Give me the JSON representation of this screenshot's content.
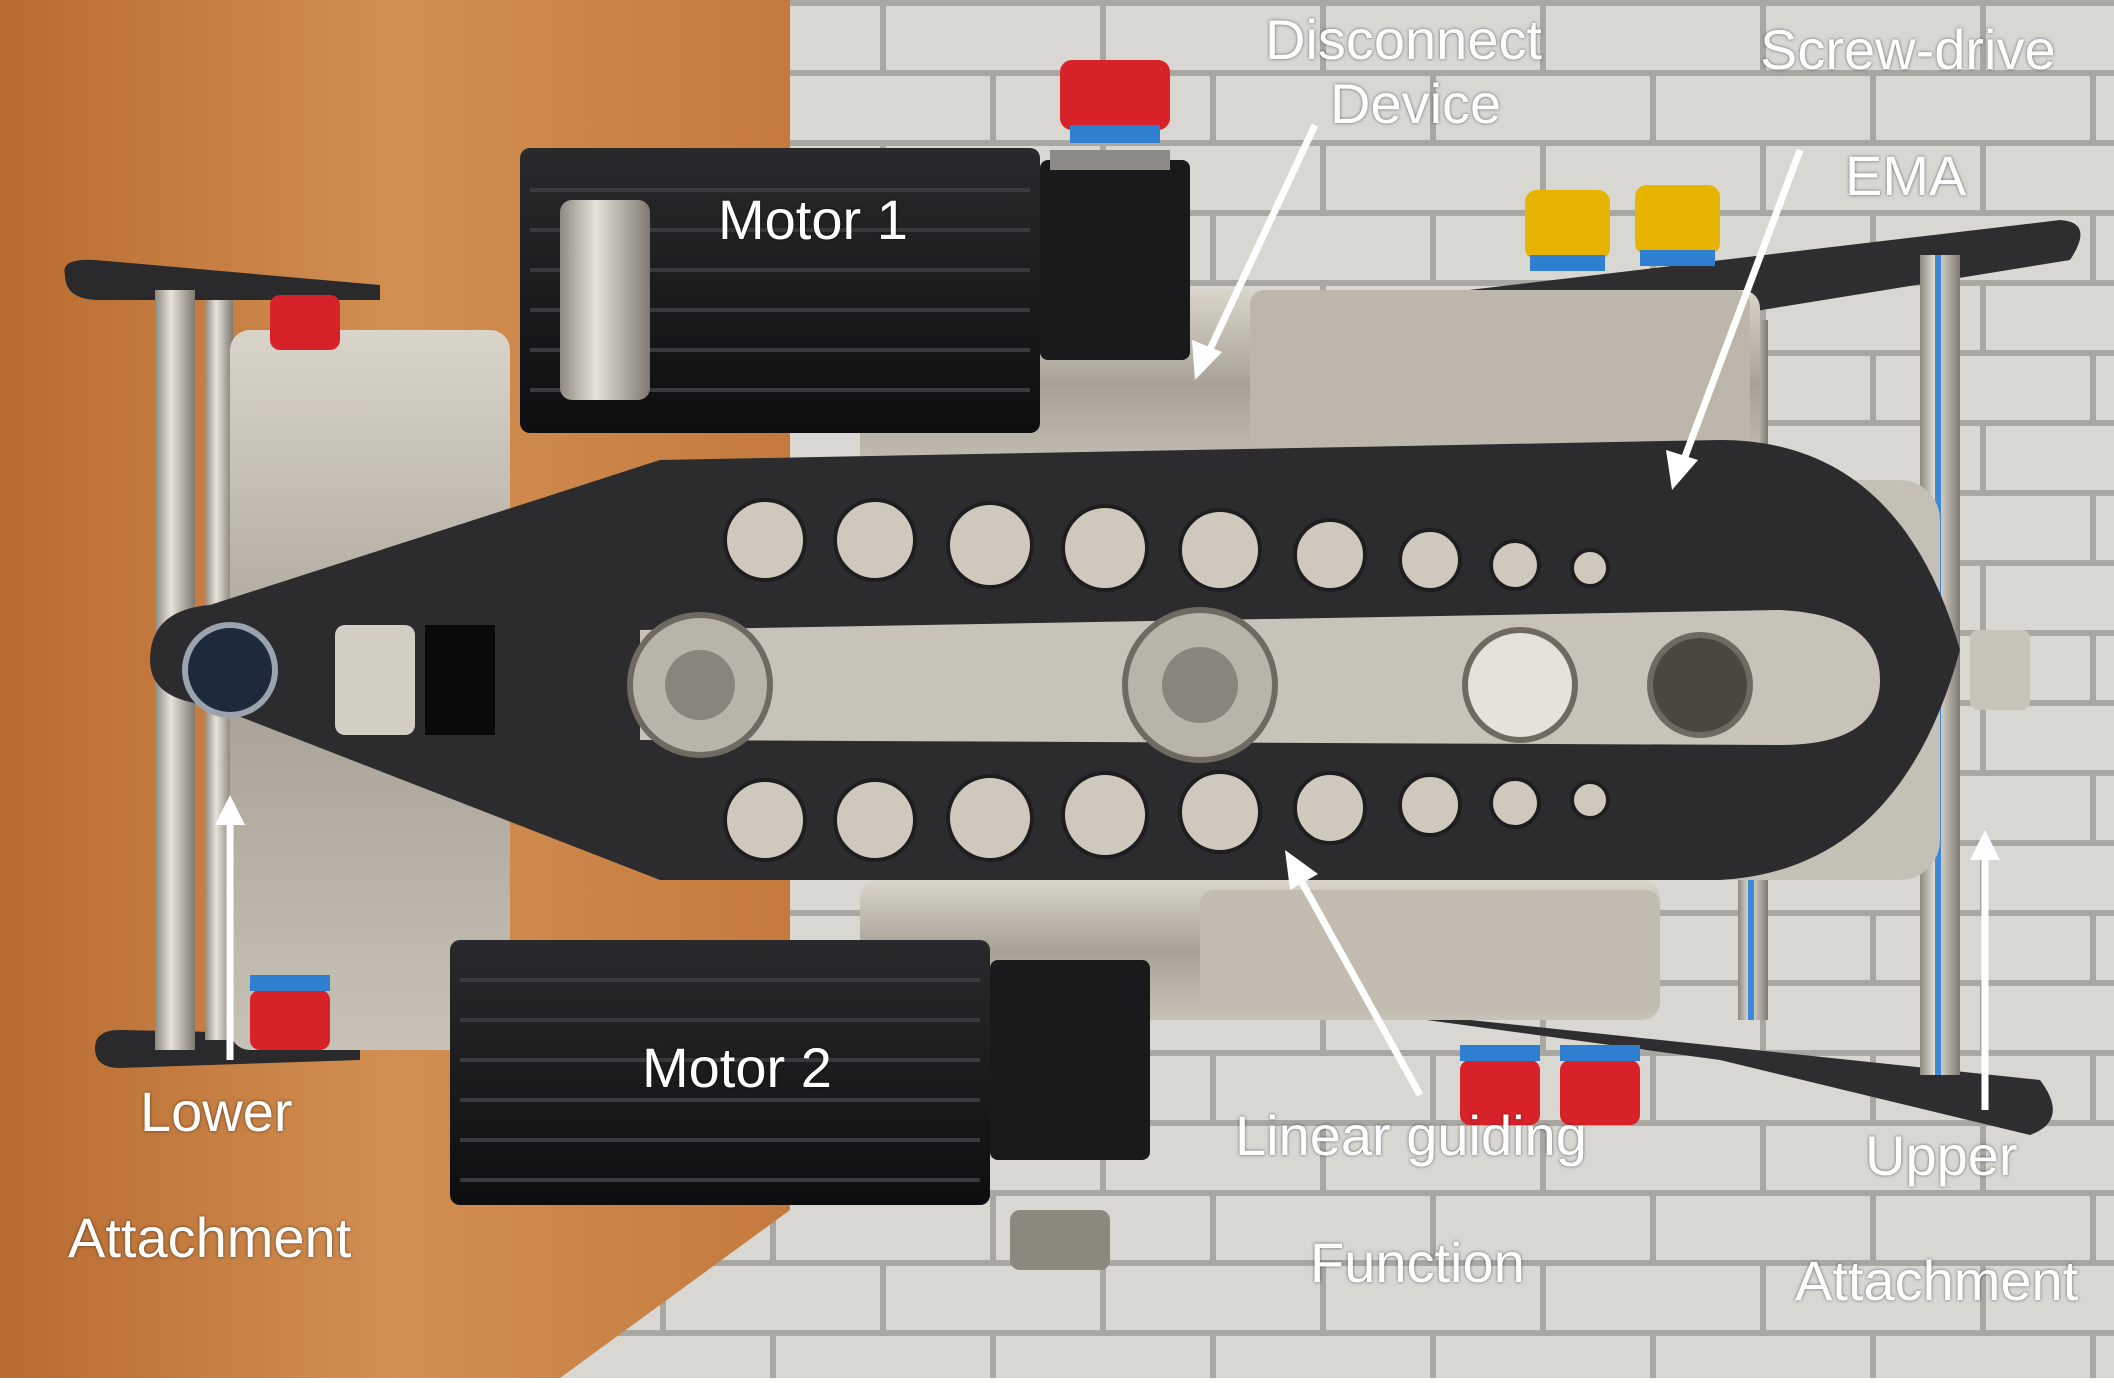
{
  "photo": {
    "subject": "Electro-mechanical actuator with dual motors and carbon fibre linkage",
    "colors": {
      "wood_background": "#C9803F",
      "brick_wall": "#D6D4CF",
      "mortar": "#A9A7A2",
      "carbon_plate": "#2C2C2E",
      "aluminium": "#B9B4AA",
      "motor_black": "#141416",
      "cap_red": "#D8222A",
      "cap_yellow": "#E6B400",
      "cap_blue_ring": "#2F7FD0",
      "label_text": "#FFFFFF"
    }
  },
  "labels": {
    "disconnect_line1": "Disconnect",
    "disconnect_line2": "Device",
    "screw_drive": "Screw-drive",
    "ema": "EMA",
    "motor1": "Motor 1",
    "motor2": "Motor 2",
    "lower": "Lower",
    "lower_attachment": "Attachment",
    "linear_guiding": "Linear guiding",
    "function": "Function",
    "upper": "Upper",
    "upper_attachment": "Attachment"
  }
}
